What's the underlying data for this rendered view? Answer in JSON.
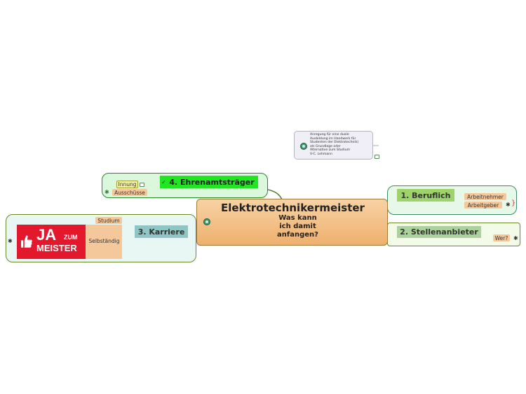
{
  "central": {
    "title": "Elektrotechnikermeister",
    "subtitle": "Was kann ich damit anfangen?",
    "subtitle_lines": [
      "Was kann",
      "ich damit",
      "anfangen?"
    ]
  },
  "note": {
    "lines": [
      "Anregung für eine duale",
      "Ausbildung im Handwerk für",
      "Studenten der Elektrotechnik)",
      "als Grundlage oder",
      "Alternative zum Studium",
      "V-C. Lehmann"
    ]
  },
  "branches": {
    "beruflich": {
      "label": "1. Beruflich",
      "children": [
        "Arbeitnehmer",
        "Arbeitgeber"
      ]
    },
    "stellen": {
      "label": "2. Stellenanbieter",
      "children": [
        "Wer?"
      ]
    },
    "karriere": {
      "label": "3. Karriere",
      "children": [
        "Studium",
        "Selbständig"
      ],
      "logo": {
        "big": "JA",
        "small1": "ZUM",
        "small2": "MEISTER"
      }
    },
    "ehrenamt": {
      "label": "4. Ehrenamtsträger",
      "children": [
        "Innung",
        "Ausschüsse"
      ]
    }
  },
  "colors": {
    "central_fill": "#f3c48d",
    "beruflich_fill": "#9ed36b",
    "stellen_fill": "#a9d39a",
    "karriere_fill": "#8fc5c5",
    "ehrenamt_fill": "#22e622",
    "logo_red": "#e3182d"
  }
}
